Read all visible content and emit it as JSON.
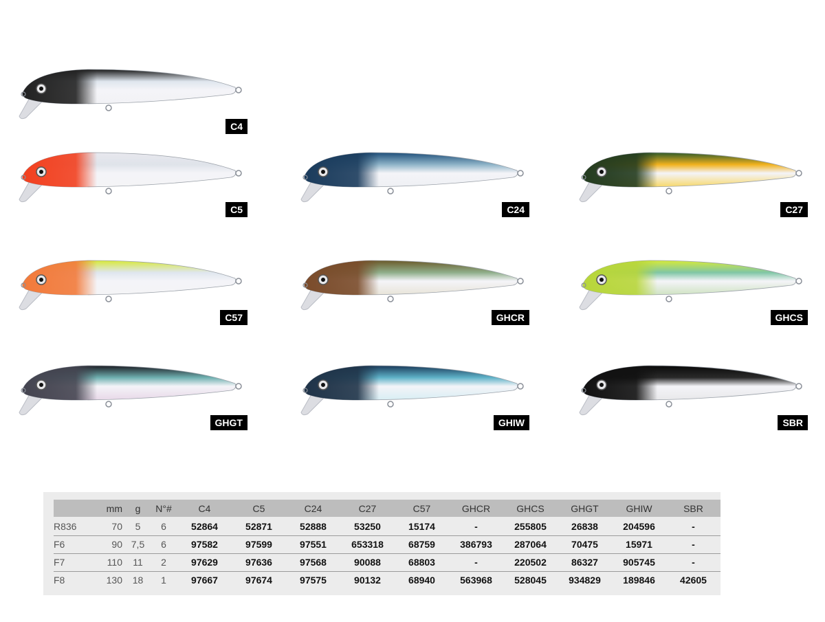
{
  "lures": [
    {
      "code": "C4",
      "colors": {
        "back": "#1a1a1a",
        "body": "#dfe6ee",
        "belly": "#f2f2f5",
        "head": "#222222"
      }
    },
    {
      "code": "C5",
      "colors": {
        "back": "#e8e8ee",
        "body": "#dfe3ea",
        "belly": "#f4f4f6",
        "head": "#f2401f"
      }
    },
    {
      "code": "C24",
      "colors": {
        "back": "#1f4f7a",
        "body": "#8fb4c8",
        "belly": "#eef0f4",
        "head": "#1a3b5c"
      }
    },
    {
      "code": "C27",
      "colors": {
        "back": "#2f5a2a",
        "body": "#f2b21e",
        "belly": "#f7d86a",
        "head": "#233b1f"
      }
    },
    {
      "code": "C57",
      "colors": {
        "back": "#d7e83a",
        "body": "#dfe6ee",
        "belly": "#f4f4f6",
        "head": "#f27a3a"
      }
    },
    {
      "code": "GHCR",
      "colors": {
        "back": "#6b5a2a",
        "body": "#8fae8a",
        "belly": "#e8e4d8",
        "head": "#7a4b2a"
      }
    },
    {
      "code": "GHCS",
      "colors": {
        "back": "#d6ea3a",
        "body": "#7fc6a5",
        "belly": "#cfe3c2",
        "head": "#b8d63a"
      }
    },
    {
      "code": "GHGT",
      "colors": {
        "back": "#1c1c24",
        "body": "#6fb0b0",
        "belly": "#e8d8e8",
        "head": "#444450"
      }
    },
    {
      "code": "GHIW",
      "colors": {
        "back": "#1a3a5a",
        "body": "#5fb2c8",
        "belly": "#d8eef4",
        "head": "#1f3348"
      }
    },
    {
      "code": "SBR",
      "colors": {
        "back": "#0a0a0a",
        "body": "#2a2a2a",
        "belly": "#e8e8ea",
        "head": "#111111"
      }
    }
  ],
  "table": {
    "headers": [
      "",
      "mm",
      "g",
      "N°#",
      "C4",
      "C5",
      "C24",
      "C27",
      "C57",
      "GHCR",
      "GHCS",
      "GHGT",
      "GHIW",
      "SBR"
    ],
    "rows": [
      [
        "R836",
        "70",
        "5",
        "6",
        "52864",
        "52871",
        "52888",
        "53250",
        "15174",
        "-",
        "255805",
        "26838",
        "204596",
        "-"
      ],
      [
        "F6",
        "90",
        "7,5",
        "6",
        "97582",
        "97599",
        "97551",
        "653318",
        "68759",
        "386793",
        "287064",
        "70475",
        "15971",
        "-"
      ],
      [
        "F7",
        "110",
        "11",
        "2",
        "97629",
        "97636",
        "97568",
        "90088",
        "68803",
        "-",
        "220502",
        "86327",
        "905745",
        "-"
      ],
      [
        "F8",
        "130",
        "18",
        "1",
        "97667",
        "97674",
        "97575",
        "90132",
        "68940",
        "563968",
        "528045",
        "934829",
        "189846",
        "42605"
      ]
    ]
  }
}
